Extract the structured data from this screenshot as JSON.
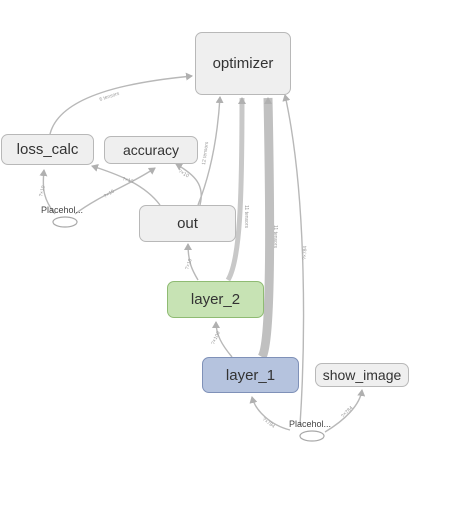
{
  "nodes": {
    "optimizer": "optimizer",
    "loss_calc": "loss_calc",
    "accuracy": "accuracy",
    "out": "out",
    "layer_2": "layer_2",
    "layer_1": "layer_1",
    "show_image": "show_image",
    "placeholder_top": "Placehol...",
    "placeholder_bottom": "Placehol..."
  },
  "edges": {
    "loss_to_optimizer": "6 tensors",
    "out_to_optimizer": "12 tensors",
    "layer2_to_optimizer": "11 tensors",
    "layer1_to_optimizer": "11 tensors",
    "placeholder_to_optimizer": "?×784",
    "out_to_loss": "?×10",
    "out_to_accuracy": "?×10",
    "ph_to_loss": "?×10",
    "ph_to_accuracy": "?×10",
    "layer2_to_out": "?×10",
    "layer1_to_layer2": "?×100",
    "ph_to_layer1": "?×784",
    "ph_to_show_image": "?×784"
  },
  "colors": {
    "edge": "#b0b0b0",
    "node_gray": "#efefef",
    "node_green": "#c7e3b4",
    "node_blue": "#b5c3de"
  }
}
